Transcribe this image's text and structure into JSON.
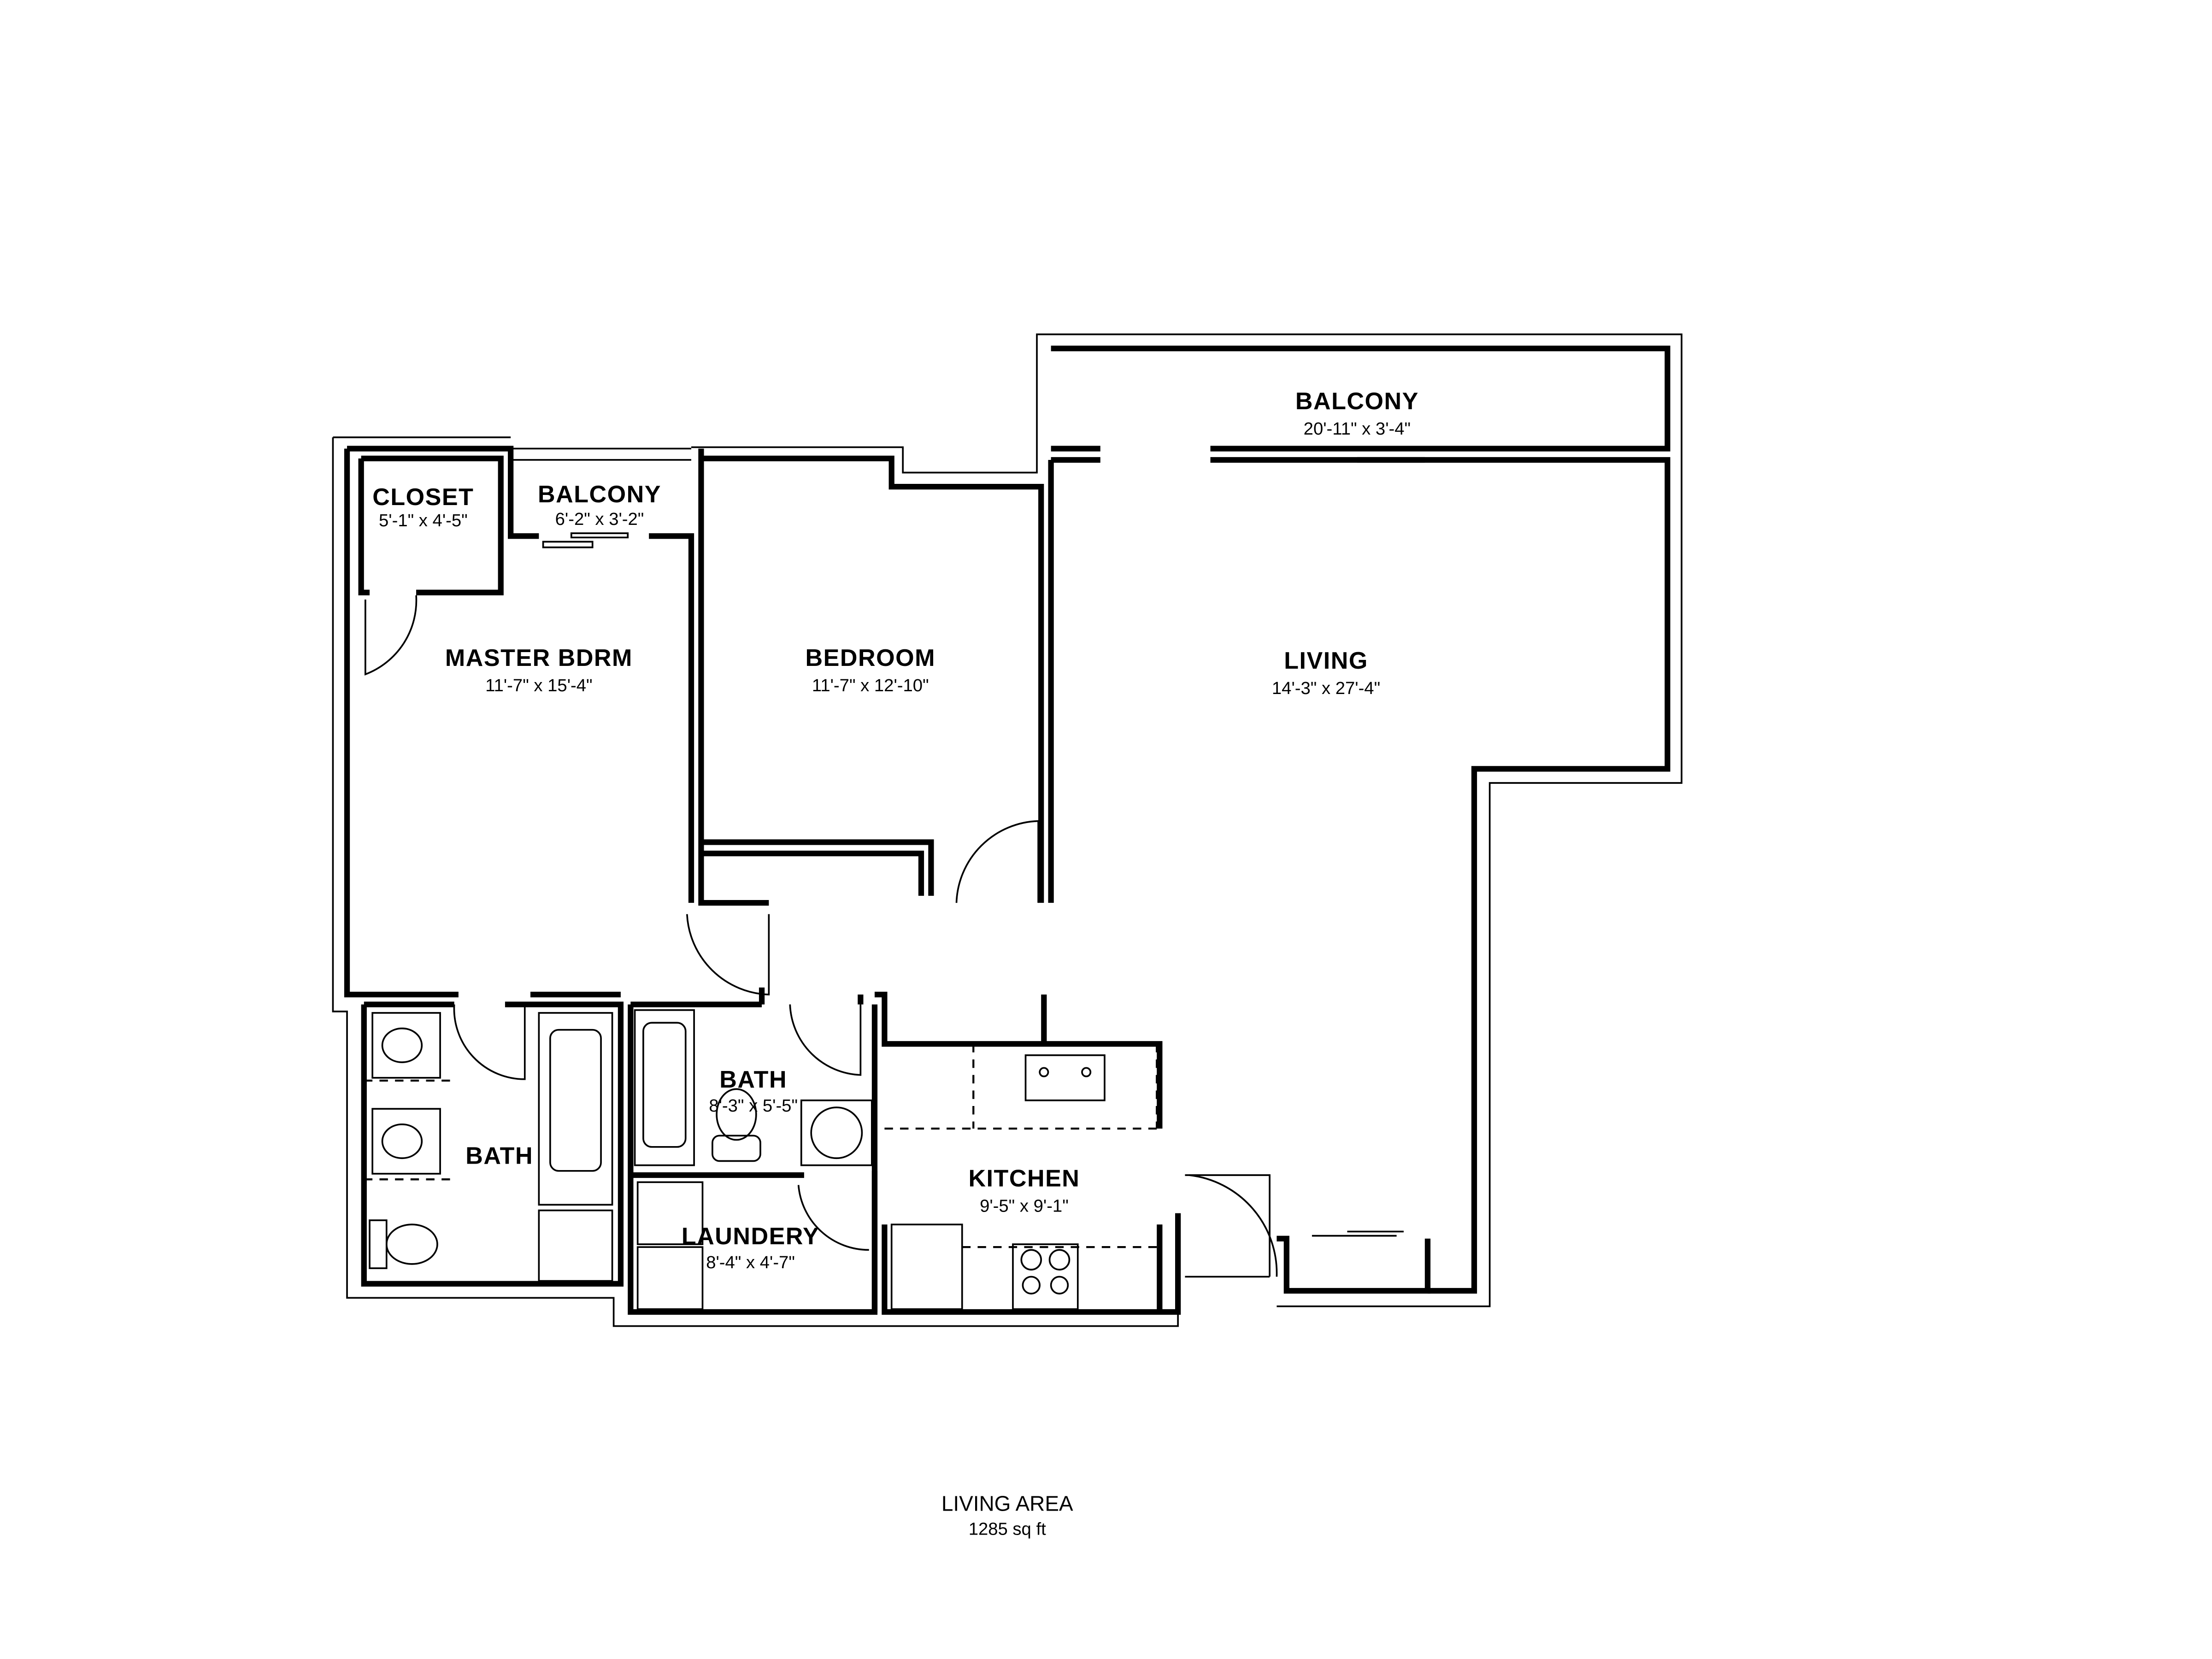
{
  "rooms": {
    "closet": {
      "name": "CLOSET",
      "dims": "5'-1\" x 4'-5\""
    },
    "balcony_small": {
      "name": "BALCONY",
      "dims": "6'-2\" x 3'-2\""
    },
    "master_bdrm": {
      "name": "MASTER BDRM",
      "dims": "11'-7\" x 15'-4\""
    },
    "bedroom": {
      "name": "BEDROOM",
      "dims": "11'-7\" x 12'-10\""
    },
    "balcony_large": {
      "name": "BALCONY",
      "dims": "20'-11\" x 3'-4\""
    },
    "living": {
      "name": "LIVING",
      "dims": "14'-3\" x 27'-4\""
    },
    "master_bath": {
      "name": "BATH"
    },
    "bath": {
      "name": "BATH",
      "dims": "8'-3\" x 5'-5\""
    },
    "kitchen": {
      "name": "KITCHEN",
      "dims": "9'-5\" x 9'-1\""
    },
    "laundry": {
      "name": "LAUNDERY",
      "dims": "8'-4\" x 4'-7\""
    }
  },
  "summary": {
    "label": "LIVING AREA",
    "value": "1285 sq ft"
  },
  "colors": {
    "line": "#000000",
    "background": "#ffffff"
  }
}
